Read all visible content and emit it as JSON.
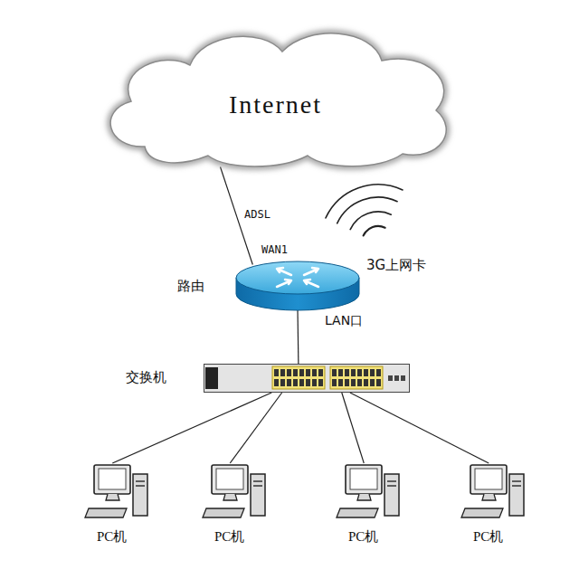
{
  "diagram": {
    "nodes": [
      {
        "text": [
          "Internet"
        ]
      },
      {
        "text": [
          "路由"
        ]
      },
      {
        "text": [
          "交换机"
        ]
      },
      {
        "text": [
          "PC机"
        ]
      },
      {
        "text": [
          "PC机"
        ]
      },
      {
        "text": [
          "PC机"
        ]
      },
      {
        "text": [
          "PC机"
        ]
      }
    ],
    "edges": [
      {
        "from": 0,
        "to": 1,
        "label": "ADSL",
        "arrow": "none"
      },
      {
        "from": 1,
        "to": 2,
        "arrow": "none"
      },
      {
        "from": 2,
        "to": 3,
        "arrow": "none"
      },
      {
        "from": 2,
        "to": 4,
        "arrow": "none"
      },
      {
        "from": 2,
        "to": 5,
        "arrow": "none"
      },
      {
        "from": 2,
        "to": 6,
        "arrow": "none"
      }
    ],
    "labels": [
      "WAN1",
      "3G上网卡",
      "LAN口"
    ]
  }
}
